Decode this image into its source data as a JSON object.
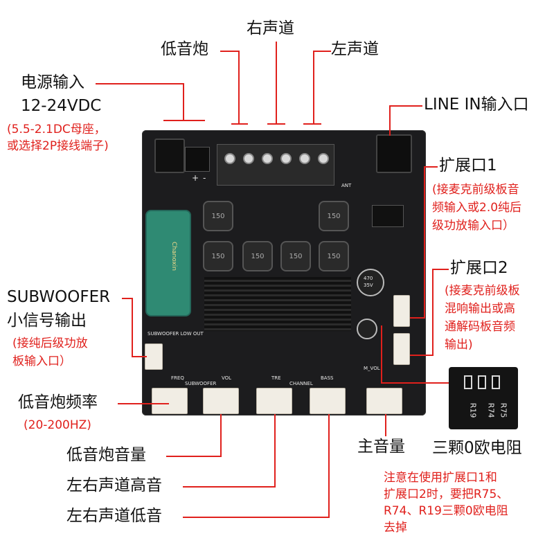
{
  "labels": {
    "subwoofer_top": "低音炮",
    "right_channel": "右声道",
    "left_channel": "左声道",
    "power_title": "电源输入",
    "power_voltage": "12-24VDC",
    "power_note_1": "(5.5-2.1DC母座，",
    "power_note_2": "或选择2P接线端子)",
    "line_in": "LINE IN输入口",
    "ext1_title": "扩展口1",
    "ext1_note_1": "(接麦克前级板音",
    "ext1_note_2": "频输入或2.0纯后",
    "ext1_note_3": "级功放输入口）",
    "ext2_title": "扩展口2",
    "ext2_note_1": "(接麦克前级板",
    "ext2_note_2": "混响输出或高",
    "ext2_note_3": "通解码板音频",
    "ext2_note_4": "输出)",
    "sub_out_title_1": "SUBWOOFER",
    "sub_out_title_2": "小信号输出",
    "sub_out_note_1": "(接纯后级功放",
    "sub_out_note_2": "板输入口）",
    "sub_freq": "低音炮频率",
    "sub_freq_range": "(20-200HZ)",
    "sub_volume": "低音炮音量",
    "treble": "左右声道高音",
    "bass": "左右声道低音",
    "main_volume": "主音量",
    "resistors": "三颗0欧电阻",
    "warning_1": "注意在使用扩展口1和",
    "warning_2": "扩展口2时，要把R75、",
    "warning_3": "R74、R19三颗0欧电阻",
    "warning_4": "去掉"
  },
  "silkscreen": {
    "freq": "FREQ",
    "subwoofer": "SUBWOOFER",
    "vol": "VOL",
    "tre": "TRE",
    "channel": "CHANNEL",
    "bass": "BASS",
    "m_vol": "M_VOL",
    "sub_low_out": "SUBWOOFER LOW OUT",
    "ant": "ANT",
    "plus": "+",
    "minus": "-",
    "inductor": "150",
    "cap_top": "470",
    "cap_mid": "35V",
    "brand": "Chanoxin",
    "r75": "R75",
    "r74": "R74",
    "r19": "R19"
  },
  "colors": {
    "annotation_red": "#e0201c",
    "board": "#1c1c1e",
    "capacitor": "#2f8a73"
  }
}
